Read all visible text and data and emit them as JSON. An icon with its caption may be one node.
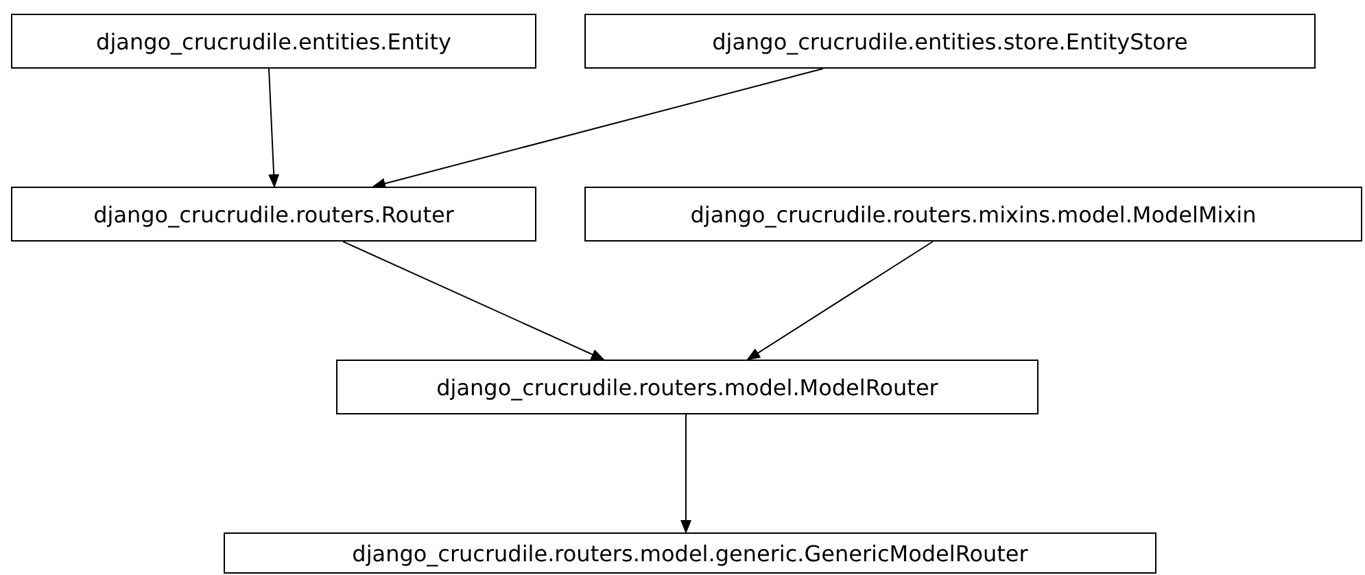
{
  "diagram": {
    "nodes": [
      {
        "text": [
          "django_crucrudile.entities.Entity"
        ]
      },
      {
        "text": [
          "django_crucrudile.entities.store.EntityStore"
        ]
      },
      {
        "text": [
          "django_crucrudile.routers.Router"
        ]
      },
      {
        "text": [
          "django_crucrudile.routers.mixins.model.ModelMixin"
        ]
      },
      {
        "text": [
          "django_crucrudile.routers.model.ModelRouter"
        ]
      },
      {
        "text": [
          "django_crucrudile.routers.model.generic.GenericModelRouter"
        ]
      }
    ],
    "edges": [
      {
        "from": 0,
        "to": 2,
        "arrow": "to"
      },
      {
        "from": 1,
        "to": 2,
        "arrow": "to"
      },
      {
        "from": 2,
        "to": 4,
        "arrow": "to"
      },
      {
        "from": 3,
        "to": 4,
        "arrow": "to"
      },
      {
        "from": 4,
        "to": 5,
        "arrow": "to"
      }
    ]
  }
}
